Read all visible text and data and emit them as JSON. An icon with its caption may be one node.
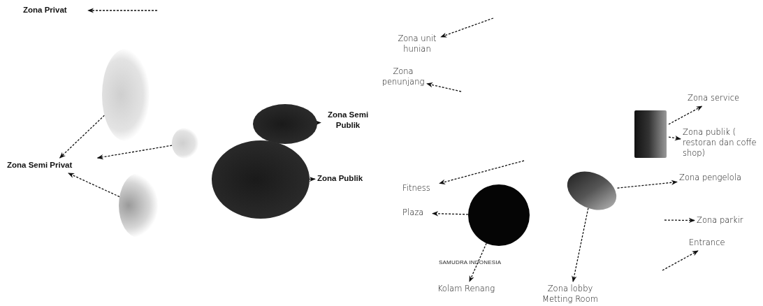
{
  "diagram": {
    "nodes": [
      {
        "text": [
          "Zona Privat"
        ]
      },
      {
        "text": [
          "Zona Semi Privat"
        ]
      },
      {
        "text": [],
        "shape": "circle"
      },
      {
        "text": [],
        "shape": "circle"
      },
      {
        "text": [],
        "shape": "circle"
      },
      {
        "text": [],
        "shape": "circle"
      },
      {
        "text": [
          "Zona Semi Publik"
        ]
      },
      {
        "text": [],
        "shape": "circle"
      },
      {
        "text": [
          "Zona Publik"
        ]
      },
      {
        "text": [
          "Zona unit hunian"
        ]
      },
      {
        "text": [
          "Zona penunjang"
        ]
      },
      {
        "text": [
          "Zona service"
        ]
      },
      {
        "text": [],
        "shape": "box"
      },
      {
        "text": [
          "Zona publik ( restoran dan coffe shop)"
        ]
      },
      {
        "text": [
          "Zona pengelola"
        ]
      },
      {
        "text": [],
        "shape": "circle"
      },
      {
        "text": [
          "Fitness"
        ]
      },
      {
        "text": [
          "Plaza"
        ]
      },
      {
        "text": [],
        "shape": "circle"
      },
      {
        "text": [
          "Kolam Renang"
        ]
      },
      {
        "text": [
          "Zona lobby Metting Room"
        ]
      },
      {
        "text": [
          "Zona parkir"
        ]
      },
      {
        "text": [
          "Entrance"
        ]
      }
    ],
    "edges": [
      {
        "from": null,
        "to": 0,
        "arrow": "to",
        "style": "dashed"
      },
      {
        "from": 2,
        "to": 1,
        "arrow": "to",
        "style": "dashed"
      },
      {
        "from": 3,
        "to": 1,
        "arrow": "to",
        "style": "dashed"
      },
      {
        "from": 4,
        "to": 1,
        "arrow": "to",
        "style": "dashed"
      },
      {
        "from": 5,
        "to": 6,
        "arrow": "to",
        "style": "dashed"
      },
      {
        "from": 7,
        "to": 8,
        "arrow": "to",
        "style": "dashed"
      },
      {
        "from": null,
        "to": 9,
        "arrow": "to",
        "style": "dashed"
      },
      {
        "from": null,
        "to": 10,
        "arrow": "to",
        "style": "dashed"
      },
      {
        "from": 12,
        "to": 11,
        "arrow": "to",
        "style": "dashed"
      },
      {
        "from": 12,
        "to": 13,
        "arrow": "to",
        "style": "dashed"
      },
      {
        "from": 15,
        "to": 14,
        "arrow": "to",
        "style": "dashed"
      },
      {
        "from": null,
        "to": 16,
        "arrow": "to",
        "style": "dashed"
      },
      {
        "from": 18,
        "to": 17,
        "arrow": "to",
        "style": "dashed"
      },
      {
        "from": 18,
        "to": 19,
        "arrow": "to",
        "style": "dashed"
      },
      {
        "from": 15,
        "to": 20,
        "arrow": "to",
        "style": "dashed"
      },
      {
        "from": null,
        "to": 21,
        "arrow": "to",
        "style": "dashed"
      },
      {
        "from": null,
        "to": 22,
        "arrow": "to",
        "style": "dashed"
      }
    ],
    "labels": [
      "SAMUDRA INDONESIA"
    ]
  }
}
